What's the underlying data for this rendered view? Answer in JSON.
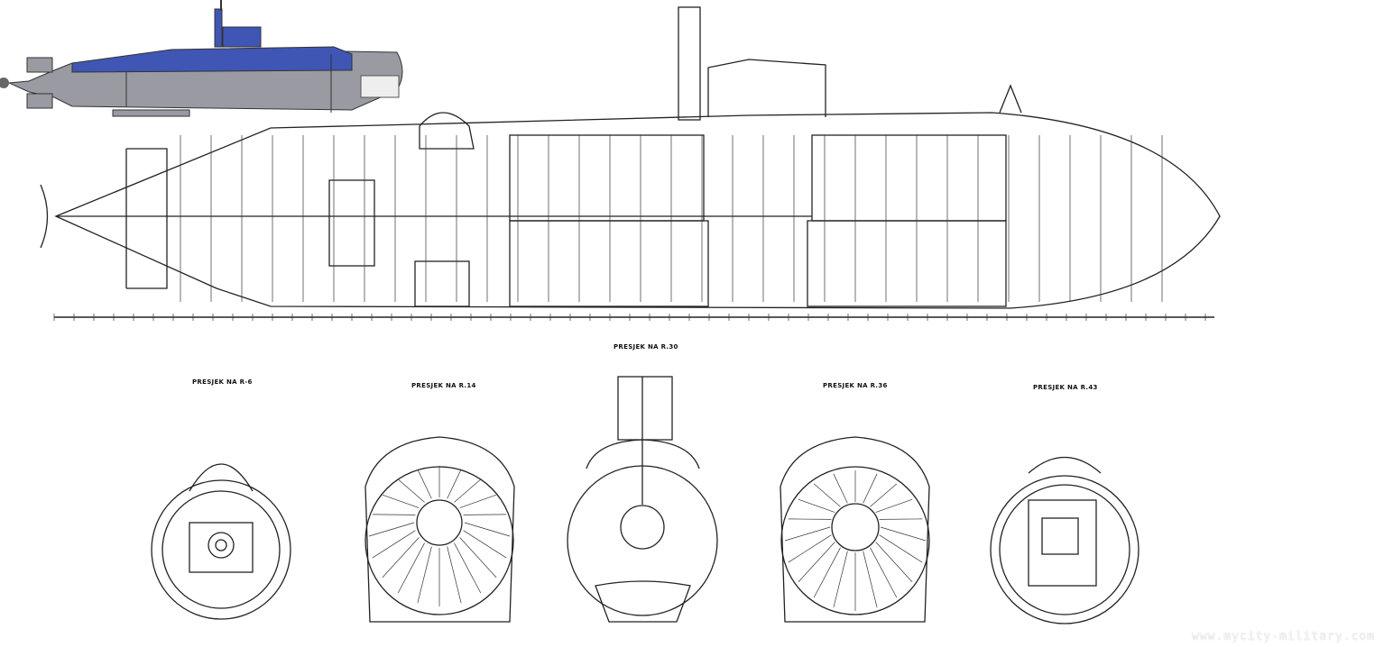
{
  "sections": [
    {
      "label": "PRESJEK NA R-6"
    },
    {
      "label": "PRESJEK NA R.14"
    },
    {
      "label": "PRESJEK NA R.30"
    },
    {
      "label": "PRESJEK NA R.36"
    },
    {
      "label": "PRESJEK NA R.43"
    }
  ],
  "watermark": "www.mycity-military.com",
  "colors": {
    "hull_upper": "#3f56b4",
    "hull_lower": "#9a9aa2",
    "ink": "#222222"
  }
}
